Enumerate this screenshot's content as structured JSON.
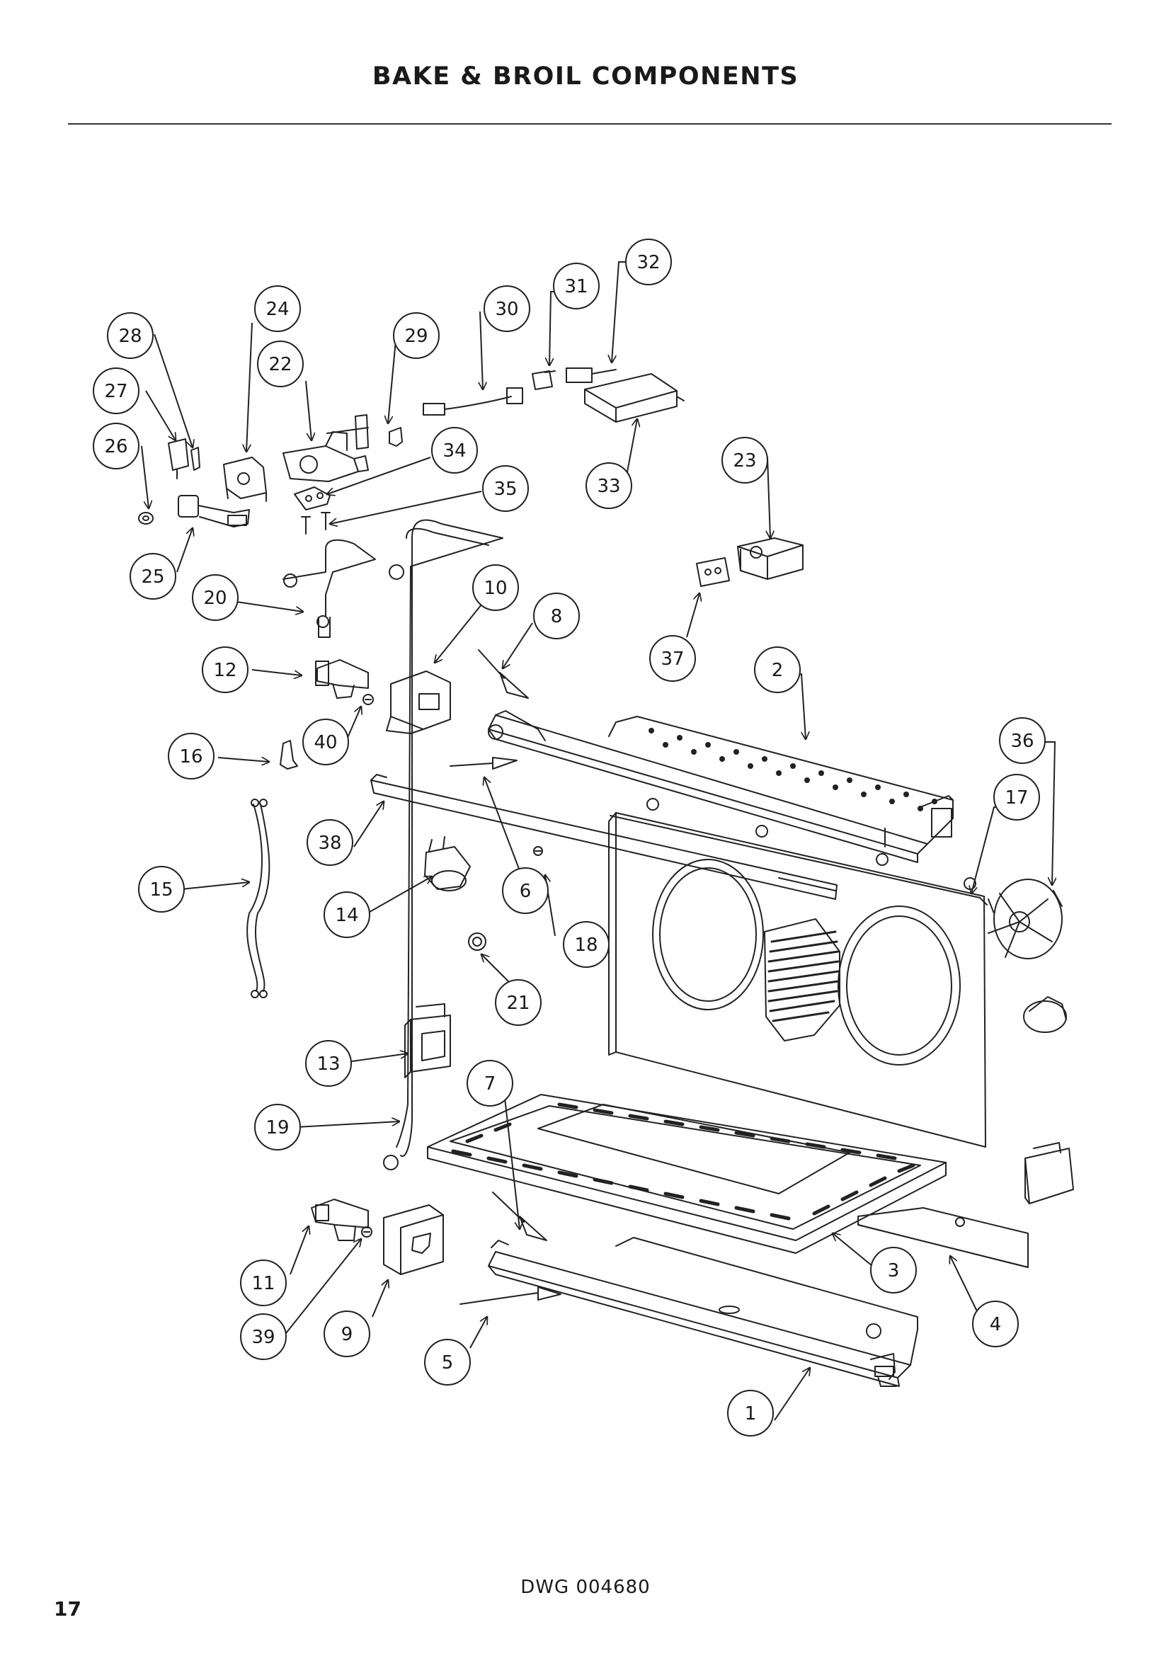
{
  "header": {
    "title": "BAKE & BROIL COMPONENTS"
  },
  "footer": {
    "drawing_number": "DWG 004680",
    "page_number": "17"
  },
  "callouts": [
    "1",
    "2",
    "3",
    "4",
    "5",
    "6",
    "7",
    "8",
    "9",
    "10",
    "11",
    "12",
    "13",
    "14",
    "15",
    "16",
    "17",
    "18",
    "19",
    "20",
    "21",
    "22",
    "23",
    "24",
    "25",
    "26",
    "27",
    "28",
    "29",
    "30",
    "31",
    "32",
    "33",
    "34",
    "35",
    "36",
    "37",
    "38",
    "39",
    "40"
  ]
}
